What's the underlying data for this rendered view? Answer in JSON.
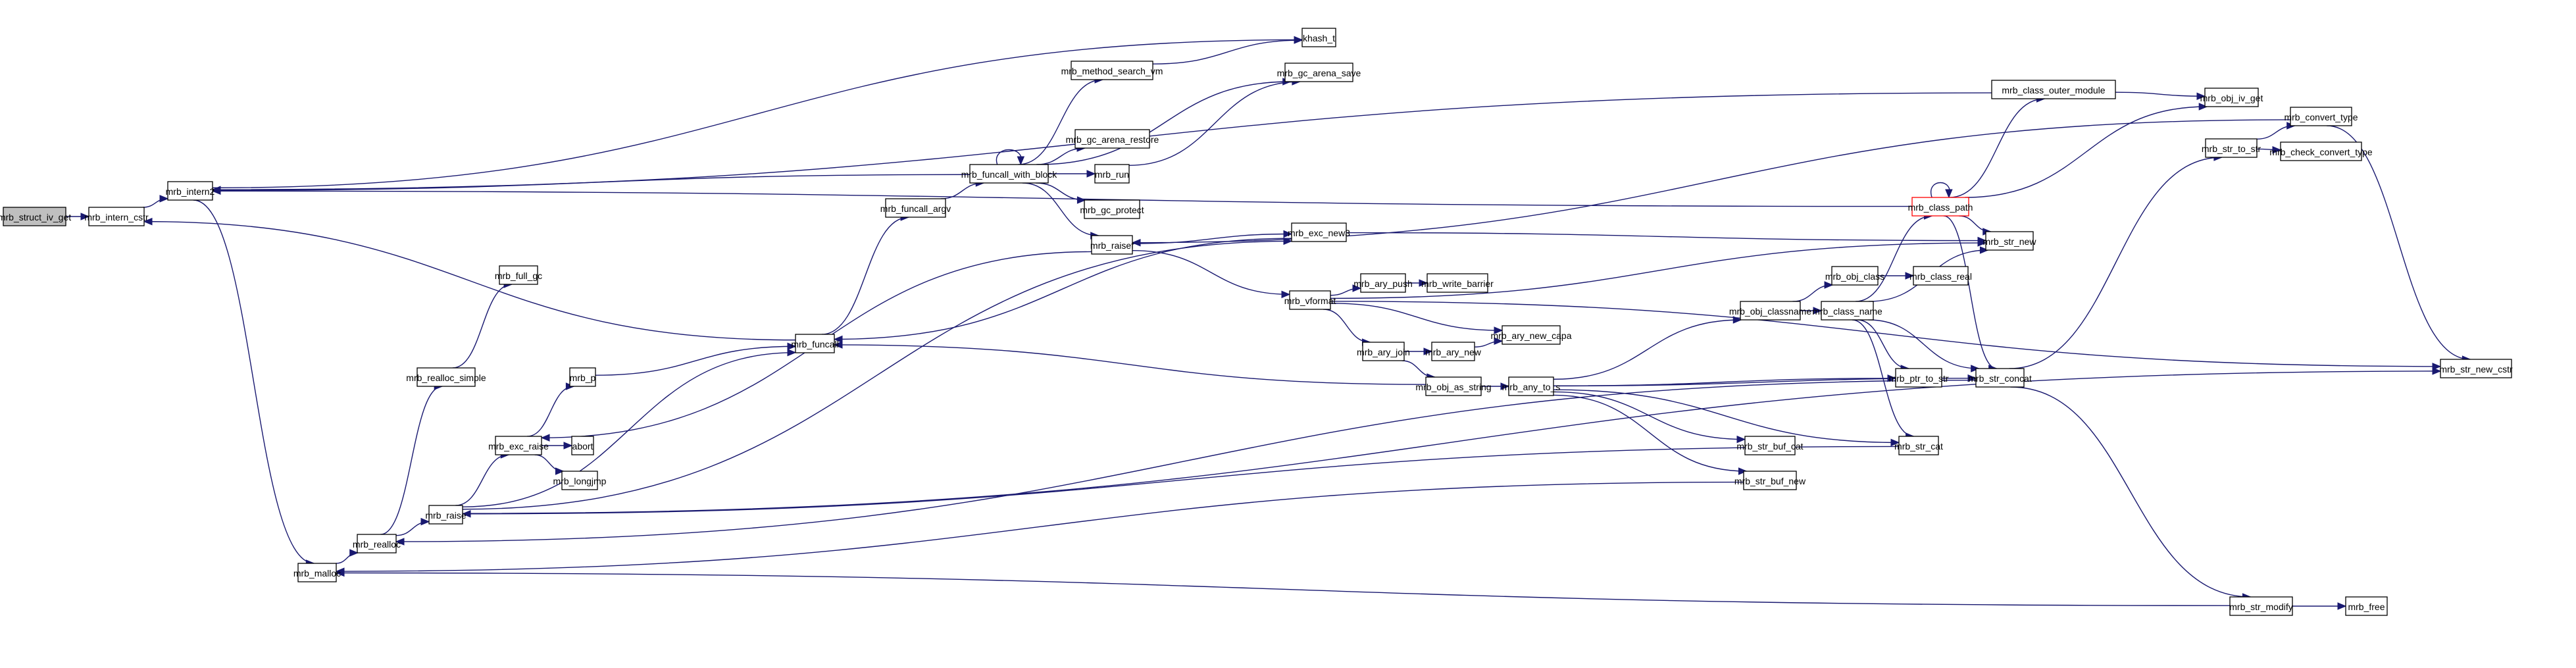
{
  "title": "mrb_struct_iv_get call graph",
  "colors": {
    "edge": "#191970",
    "root_fill": "#bfbfbf",
    "highlight_border": "#ff0000"
  },
  "nodes": [
    {
      "id": "mrb_struct_iv_get",
      "label": "mrb_struct_iv_get",
      "kind": "root"
    },
    {
      "id": "mrb_intern_cstr",
      "label": "mrb_intern_cstr"
    },
    {
      "id": "mrb_intern2",
      "label": "mrb_intern2"
    },
    {
      "id": "mrb_malloc",
      "label": "mrb_malloc"
    },
    {
      "id": "mrb_realloc",
      "label": "mrb_realloc"
    },
    {
      "id": "mrb_realloc_simple",
      "label": "mrb_realloc_simple"
    },
    {
      "id": "mrb_full_gc",
      "label": "mrb_full_gc"
    },
    {
      "id": "mrb_raise",
      "label": "mrb_raise"
    },
    {
      "id": "mrb_exc_raise",
      "label": "mrb_exc_raise"
    },
    {
      "id": "mrb_p",
      "label": "mrb_p"
    },
    {
      "id": "abort",
      "label": "abort"
    },
    {
      "id": "mrb_longjmp",
      "label": "mrb_longjmp"
    },
    {
      "id": "mrb_funcall",
      "label": "mrb_funcall"
    },
    {
      "id": "mrb_funcall_argv",
      "label": "mrb_funcall_argv"
    },
    {
      "id": "mrb_funcall_with_block",
      "label": "mrb_funcall_with_block"
    },
    {
      "id": "mrb_method_search_vm",
      "label": "mrb_method_search_vm"
    },
    {
      "id": "khash_t",
      "label": "khash_t"
    },
    {
      "id": "mrb_gc_arena_save",
      "label": "mrb_gc_arena_save"
    },
    {
      "id": "mrb_gc_arena_restore",
      "label": "mrb_gc_arena_restore"
    },
    {
      "id": "mrb_run",
      "label": "mrb_run"
    },
    {
      "id": "mrb_gc_protect",
      "label": "mrb_gc_protect"
    },
    {
      "id": "mrb_raisef",
      "label": "mrb_raisef"
    },
    {
      "id": "mrb_exc_new3",
      "label": "mrb_exc_new3"
    },
    {
      "id": "mrb_vformat",
      "label": "mrb_vformat"
    },
    {
      "id": "mrb_ary_push",
      "label": "mrb_ary_push"
    },
    {
      "id": "mrb_write_barrier",
      "label": "mrb_write_barrier"
    },
    {
      "id": "mrb_ary_join",
      "label": "mrb_ary_join"
    },
    {
      "id": "mrb_ary_new",
      "label": "mrb_ary_new"
    },
    {
      "id": "mrb_ary_new_capa",
      "label": "mrb_ary_new_capa"
    },
    {
      "id": "mrb_obj_as_string",
      "label": "mrb_obj_as_string"
    },
    {
      "id": "mrb_any_to_s",
      "label": "mrb_any_to_s"
    },
    {
      "id": "mrb_obj_classname",
      "label": "mrb_obj_classname"
    },
    {
      "id": "mrb_obj_class",
      "label": "mrb_obj_class"
    },
    {
      "id": "mrb_class_real",
      "label": "mrb_class_real"
    },
    {
      "id": "mrb_class_name",
      "label": "mrb_class_name"
    },
    {
      "id": "mrb_class_path",
      "label": "mrb_class_path",
      "kind": "highlight"
    },
    {
      "id": "mrb_class_outer_module",
      "label": "mrb_class_outer_module"
    },
    {
      "id": "mrb_obj_iv_get",
      "label": "mrb_obj_iv_get"
    },
    {
      "id": "mrb_str_new",
      "label": "mrb_str_new"
    },
    {
      "id": "mrb_ptr_to_str",
      "label": "mrb_ptr_to_str"
    },
    {
      "id": "mrb_str_cat",
      "label": "mrb_str_cat"
    },
    {
      "id": "mrb_str_buf_cat",
      "label": "mrb_str_buf_cat"
    },
    {
      "id": "mrb_str_buf_new",
      "label": "mrb_str_buf_new"
    },
    {
      "id": "mrb_str_concat",
      "label": "mrb_str_concat"
    },
    {
      "id": "mrb_str_to_str",
      "label": "mrb_str_to_str"
    },
    {
      "id": "mrb_convert_type",
      "label": "mrb_convert_type"
    },
    {
      "id": "mrb_check_convert_type",
      "label": "mrb_check_convert_type"
    },
    {
      "id": "mrb_str_new_cstr",
      "label": "mrb_str_new_cstr"
    },
    {
      "id": "mrb_str_modify",
      "label": "mrb_str_modify"
    },
    {
      "id": "mrb_free",
      "label": "mrb_free"
    }
  ],
  "edges": [
    [
      "mrb_struct_iv_get",
      "mrb_intern_cstr"
    ],
    [
      "mrb_intern_cstr",
      "mrb_intern2"
    ],
    [
      "mrb_intern2",
      "mrb_malloc"
    ],
    [
      "mrb_intern2",
      "khash_t"
    ],
    [
      "mrb_malloc",
      "mrb_realloc"
    ],
    [
      "mrb_realloc",
      "mrb_realloc_simple"
    ],
    [
      "mrb_realloc",
      "mrb_raise"
    ],
    [
      "mrb_realloc_simple",
      "mrb_full_gc"
    ],
    [
      "mrb_raise",
      "mrb_exc_raise"
    ],
    [
      "mrb_raise",
      "mrb_funcall"
    ],
    [
      "mrb_raise",
      "mrb_exc_new3"
    ],
    [
      "mrb_raise",
      "mrb_str_new_cstr"
    ],
    [
      "mrb_exc_raise",
      "mrb_p"
    ],
    [
      "mrb_exc_raise",
      "abort"
    ],
    [
      "mrb_exc_raise",
      "mrb_longjmp"
    ],
    [
      "mrb_p",
      "mrb_funcall"
    ],
    [
      "mrb_funcall",
      "mrb_funcall_argv"
    ],
    [
      "mrb_funcall",
      "mrb_intern_cstr"
    ],
    [
      "mrb_funcall_argv",
      "mrb_funcall_with_block"
    ],
    [
      "mrb_funcall_with_block",
      "mrb_funcall_with_block"
    ],
    [
      "mrb_funcall_with_block",
      "mrb_intern2"
    ],
    [
      "mrb_funcall_with_block",
      "mrb_method_search_vm"
    ],
    [
      "mrb_funcall_with_block",
      "mrb_gc_arena_save"
    ],
    [
      "mrb_funcall_with_block",
      "mrb_gc_arena_restore"
    ],
    [
      "mrb_funcall_with_block",
      "mrb_run"
    ],
    [
      "mrb_funcall_with_block",
      "mrb_gc_protect"
    ],
    [
      "mrb_funcall_with_block",
      "mrb_raisef"
    ],
    [
      "mrb_method_search_vm",
      "khash_t"
    ],
    [
      "mrb_run",
      "mrb_gc_arena_save"
    ],
    [
      "mrb_raisef",
      "mrb_exc_new3"
    ],
    [
      "mrb_raisef",
      "mrb_vformat"
    ],
    [
      "mrb_raisef",
      "mrb_exc_raise"
    ],
    [
      "mrb_exc_new3",
      "mrb_str_new"
    ],
    [
      "mrb_exc_new3",
      "mrb_funcall"
    ],
    [
      "mrb_vformat",
      "mrb_ary_push"
    ],
    [
      "mrb_vformat",
      "mrb_ary_new_capa"
    ],
    [
      "mrb_vformat",
      "mrb_ary_join"
    ],
    [
      "mrb_vformat",
      "mrb_str_new"
    ],
    [
      "mrb_vformat",
      "mrb_str_new_cstr"
    ],
    [
      "mrb_ary_push",
      "mrb_write_barrier"
    ],
    [
      "mrb_ary_join",
      "mrb_ary_new"
    ],
    [
      "mrb_ary_join",
      "mrb_obj_as_string"
    ],
    [
      "mrb_ary_new",
      "mrb_ary_new_capa"
    ],
    [
      "mrb_obj_as_string",
      "mrb_any_to_s"
    ],
    [
      "mrb_obj_as_string",
      "mrb_funcall"
    ],
    [
      "mrb_any_to_s",
      "mrb_obj_classname"
    ],
    [
      "mrb_any_to_s",
      "mrb_ptr_to_str"
    ],
    [
      "mrb_any_to_s",
      "mrb_str_concat"
    ],
    [
      "mrb_any_to_s",
      "mrb_str_cat"
    ],
    [
      "mrb_any_to_s",
      "mrb_str_buf_cat"
    ],
    [
      "mrb_any_to_s",
      "mrb_str_buf_new"
    ],
    [
      "mrb_obj_classname",
      "mrb_obj_class"
    ],
    [
      "mrb_obj_classname",
      "mrb_class_name"
    ],
    [
      "mrb_obj_class",
      "mrb_class_real"
    ],
    [
      "mrb_class_name",
      "mrb_class_path"
    ],
    [
      "mrb_class_name",
      "mrb_str_new"
    ],
    [
      "mrb_class_name",
      "mrb_ptr_to_str"
    ],
    [
      "mrb_class_name",
      "mrb_str_cat"
    ],
    [
      "mrb_class_name",
      "mrb_str_concat"
    ],
    [
      "mrb_class_path",
      "mrb_class_path"
    ],
    [
      "mrb_class_path",
      "mrb_class_outer_module"
    ],
    [
      "mrb_class_path",
      "mrb_obj_iv_get"
    ],
    [
      "mrb_class_path",
      "mrb_str_new"
    ],
    [
      "mrb_class_path",
      "mrb_str_concat"
    ],
    [
      "mrb_class_path",
      "mrb_intern2"
    ],
    [
      "mrb_class_outer_module",
      "mrb_obj_iv_get"
    ],
    [
      "mrb_class_outer_module",
      "mrb_intern2"
    ],
    [
      "mrb_str_cat",
      "mrb_raise"
    ],
    [
      "mrb_str_buf_new",
      "mrb_malloc"
    ],
    [
      "mrb_str_concat",
      "mrb_str_to_str"
    ],
    [
      "mrb_str_concat",
      "mrb_str_modify"
    ],
    [
      "mrb_str_concat",
      "mrb_realloc"
    ],
    [
      "mrb_str_to_str",
      "mrb_convert_type"
    ],
    [
      "mrb_str_to_str",
      "mrb_check_convert_type"
    ],
    [
      "mrb_convert_type",
      "mrb_str_new_cstr"
    ],
    [
      "mrb_convert_type",
      "mrb_raisef"
    ],
    [
      "mrb_str_modify",
      "mrb_free"
    ],
    [
      "mrb_str_modify",
      "mrb_malloc"
    ]
  ]
}
